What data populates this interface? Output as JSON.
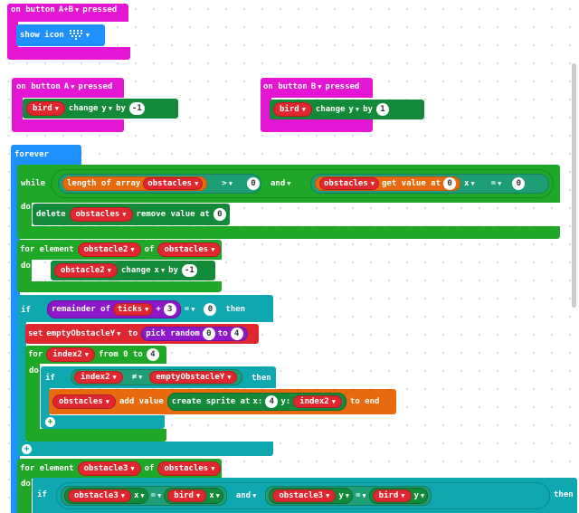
{
  "event_ab": {
    "label": "on button",
    "button": "A+B",
    "suffix": "pressed"
  },
  "show_icon": {
    "label": "show icon"
  },
  "event_a": {
    "label": "on button",
    "button": "A",
    "suffix": "pressed"
  },
  "bird_change_a": {
    "sprite": "bird",
    "verb": "change",
    "axis": "y",
    "by": "by",
    "value": "-1"
  },
  "event_b": {
    "label": "on button",
    "button": "B",
    "suffix": "pressed"
  },
  "bird_change_b": {
    "sprite": "bird",
    "verb": "change",
    "axis": "y",
    "by": "by",
    "value": "1"
  },
  "forever": {
    "label": "forever"
  },
  "while_block": {
    "while": "while",
    "length_of_array": "length of array",
    "array": "obstacles",
    "op1": ">",
    "val1": "0",
    "and": "and",
    "arr2": "obstacles",
    "get_value_at": "get value at",
    "idx": "0",
    "prop": "x",
    "op2": "=",
    "val2": "0",
    "do": "do",
    "delete": "delete",
    "del_arr": "obstacles",
    "remove_value_at": "remove value at",
    "remove_idx": "0"
  },
  "for1": {
    "for_element": "for element",
    "var": "obstacle2",
    "of": "of",
    "arr": "obstacles",
    "do": "do",
    "sprite": "obstacle2",
    "change": "change",
    "axis": "x",
    "by": "by",
    "value": "-1"
  },
  "if1": {
    "if": "if",
    "remainder_of": "remainder of",
    "ticks": "ticks",
    "plus": "+",
    "divisor": "3",
    "eq": "=",
    "val": "0",
    "then": "then",
    "set": "set",
    "set_var": "emptyObstacleY",
    "to": "to",
    "pick_random": "pick random",
    "rand_from": "0",
    "rand_to_label": "to",
    "rand_to": "4",
    "for_label": "for",
    "for_var": "index2",
    "from": "from 0 to",
    "for_to": "4",
    "do": "do",
    "inner_if": "if",
    "lhs": "index2",
    "neq": "≠",
    "rhs": "emptyObstacleY",
    "inner_then": "then",
    "add_arr": "obstacles",
    "add_value": "add value",
    "create_sprite": "create sprite at",
    "x_label": "x:",
    "x_val": "4",
    "y_label": "y:",
    "y_var": "index2",
    "to_end": "to end"
  },
  "for3": {
    "for_element": "for element",
    "var": "obstacle3",
    "of": "of",
    "arr": "obstacles",
    "do": "do",
    "if": "if",
    "a_var": "obstacle3",
    "a_prop": "x",
    "eq1": "=",
    "b_var": "bird",
    "b_prop": "x",
    "and": "and",
    "c_var": "obstacle3",
    "c_prop": "y",
    "eq2": "=",
    "d_var": "bird",
    "d_prop": "y",
    "then": "then"
  }
}
